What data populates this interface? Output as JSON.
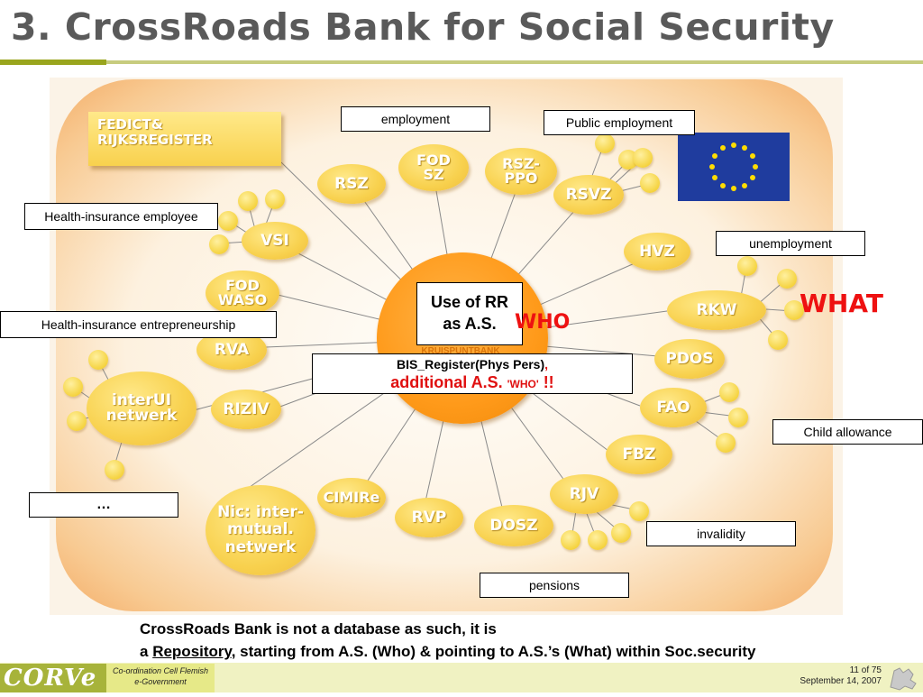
{
  "slide": {
    "title": "3. CrossRoads Bank for Social Security"
  },
  "diagram": {
    "fedict": "FEDICT&\nRIJKSREGISTER",
    "hub_text": "KRUISPUNTBANK",
    "use_of_rr": "Use of RR\nas A.S.",
    "who": "WHO",
    "what": "WHAT",
    "bis_line1": "BIS_Register(Phys Pers)",
    "bis_comma": ",",
    "bis_line2a": "additional A.S. ",
    "bis_line2b": "'WHO'",
    "bis_line2c": " !!",
    "nodes": {
      "rsz": "RSZ",
      "fod_sz": "FOD\nSZ",
      "rsz_ppo": "RSZ-\nPPO",
      "rsvz": "RSVZ",
      "vsi": "VSI",
      "fod_waso": "FOD\nWASO",
      "hvz": "HVZ",
      "rkw": "RKW",
      "pdos": "PDOS",
      "rva": "RVA",
      "interui": "interUI\nnetwerk",
      "riziv": "RIZIV",
      "fao": "FAO",
      "fbz": "FBZ",
      "rjv": "RJV",
      "cimire": "CIMIRe",
      "rvp": "RVP",
      "dosz": "DOSZ",
      "nic": "Nic: inter-\nmutual.\nnetwerk"
    },
    "labels": {
      "employment": "employment",
      "public_employment": "Public employment",
      "health_employee": "Health-insurance employee",
      "unemployment": "unemployment",
      "health_entrepreneurship": "Health-insurance entrepreneurship",
      "child_allowance": "Child allowance",
      "ellipsis": "…",
      "invalidity": "invalidity",
      "pensions": "pensions"
    },
    "colors": {
      "node_fill": "#f8d14e",
      "hub_fill": "#ff9a1a",
      "highlight_red": "#ee1111",
      "eu_blue": "#1f3c9e",
      "eu_star": "#ffdd00"
    },
    "icons": [
      "eu-flag-icon"
    ]
  },
  "caption": {
    "line1": "CrossRoads Bank is not a database as such, it is",
    "line2_prefix": "a ",
    "line2_link": "Repository",
    "line2_rest": ", starting from A.S. (Who) & pointing to A.S.’s (What) within Soc.security"
  },
  "footer": {
    "logo": "CORVe",
    "org_line1": "Co-ordination Cell Flemish",
    "org_line2": "e-Government",
    "page": "11 of 75",
    "date": "September 14, 2007"
  }
}
